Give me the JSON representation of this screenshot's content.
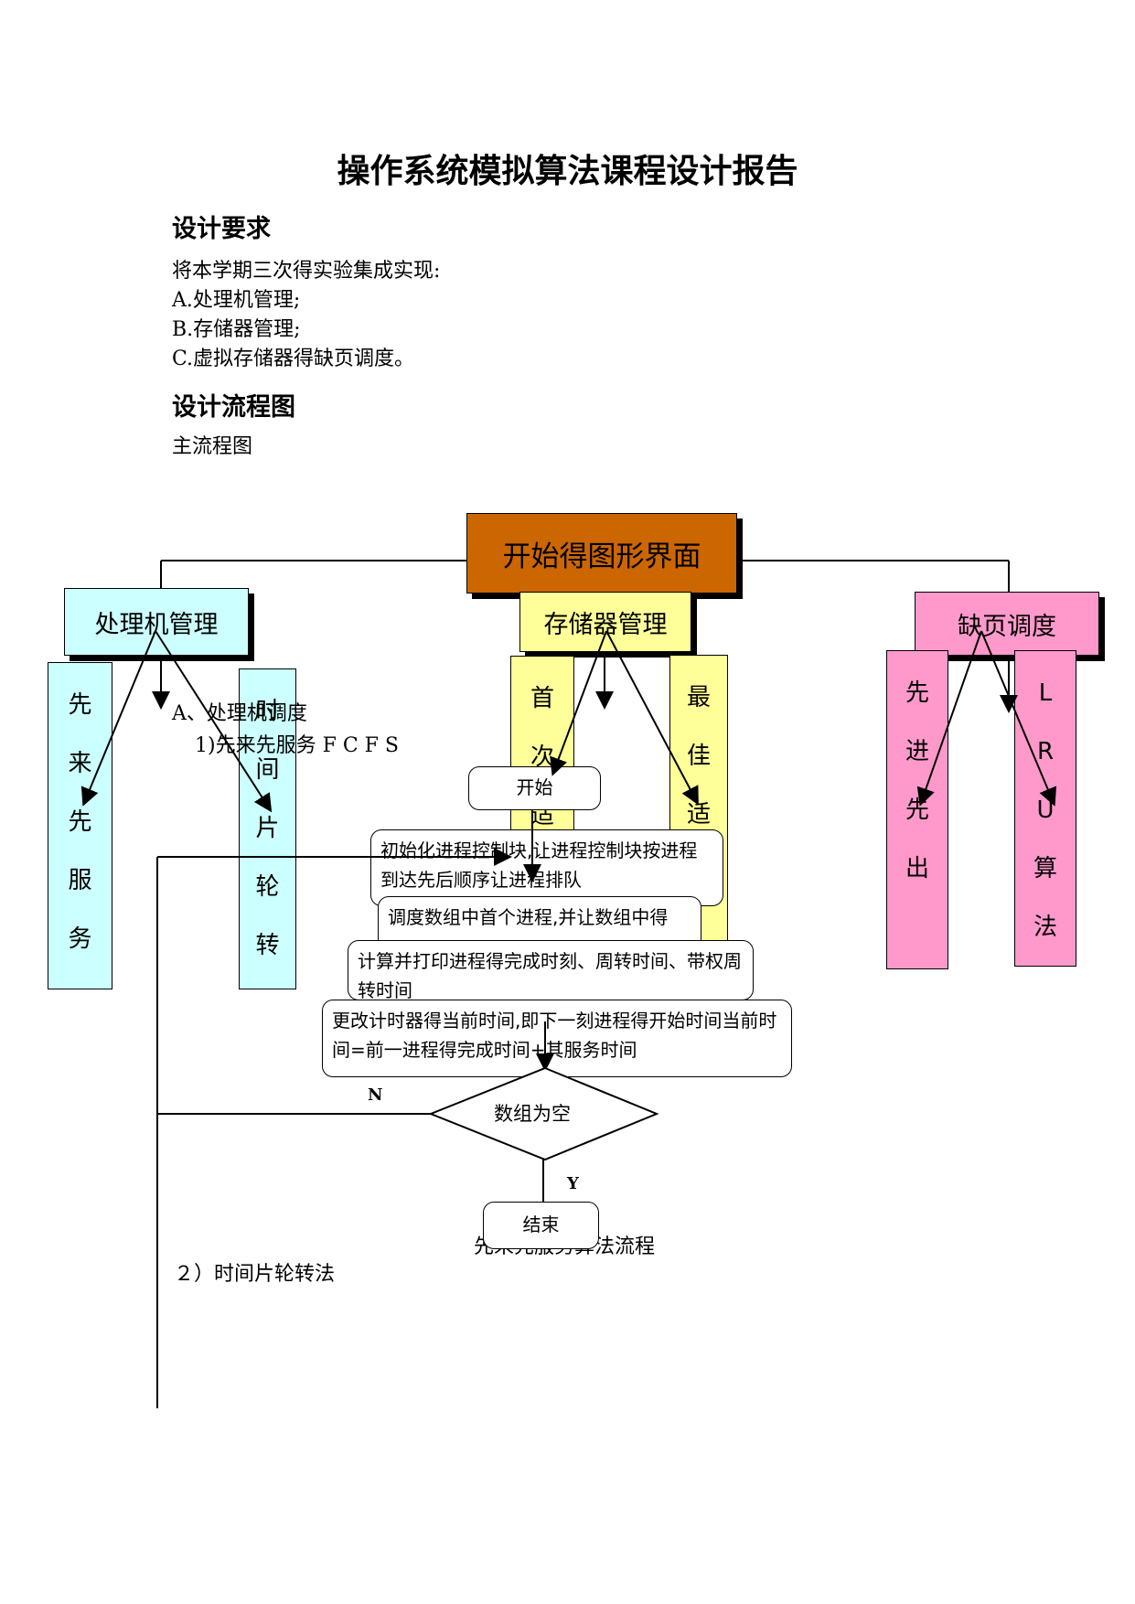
{
  "title": "操作系统模拟算法课程设计报告",
  "section1": {
    "heading": "设计要求",
    "lines": [
      "将本学期三次得实验集成实现:",
      "A.处理机管理;",
      "B.存储器管理;",
      "C.虚拟存储器得缺页调度。"
    ]
  },
  "section2": {
    "heading": "设计流程图",
    "subheading": "主流程图"
  },
  "flow": {
    "root": "开始得图形界面",
    "processor": "处理机管理",
    "storage": "存储器管理",
    "paging": "缺页调度",
    "fcfs_col": [
      "先",
      "来",
      "先",
      "服",
      "务"
    ],
    "rr_col": [
      "时",
      "间",
      "片",
      "轮",
      "转"
    ],
    "first_fit_col": [
      "首",
      "次",
      "适"
    ],
    "best_fit_col": [
      "最",
      "佳",
      "适"
    ],
    "fifo_col": [
      "先",
      "进",
      "先",
      "出"
    ],
    "lru_col": [
      "L",
      "R",
      "U",
      "算",
      "法"
    ],
    "overlay_a": "A、处理机调度",
    "overlay_fcfs": "1)先来先服务 F C F S",
    "start": "开始",
    "step1": "初始化进程控制块,让进程控制块按进程到达先后顺序让进程排队",
    "step2": "调度数组中首个进程,并让数组中得",
    "step3": "计算并打印进程得完成时刻、周转时间、带权周转时间",
    "step4": "更改计时器得当前时间,即下一刻进程得开始时间当前时间=前一进程得完成时间+其服务时间",
    "decision": "数组为空",
    "label_n": "N",
    "label_y": "Y",
    "end": "结束",
    "caption": "先来先服务算法流程",
    "rr_heading": "２）时间片轮转法"
  },
  "colors": {
    "root": "#cc6600",
    "processor": "#ccffff",
    "storage": "#ffff99",
    "paging": "#ff99cc"
  }
}
